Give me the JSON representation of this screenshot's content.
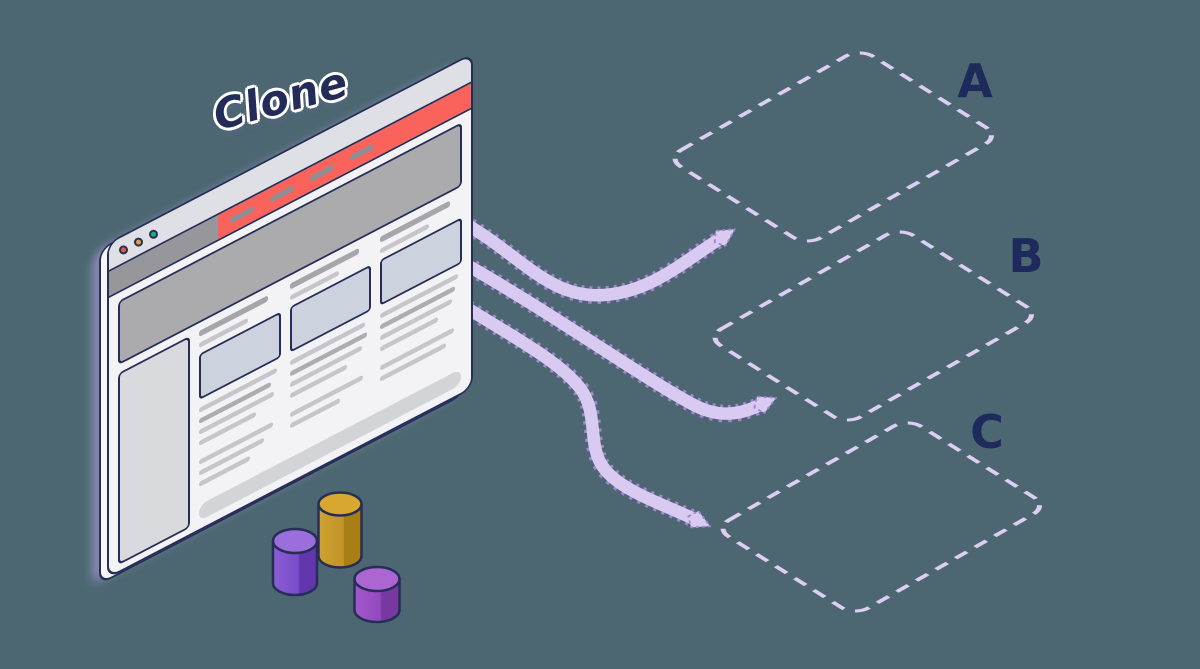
{
  "illustration": {
    "clone_label": "Clone",
    "background_color": "#4C6771",
    "outline_color": "#262E57",
    "window_fill": "#F3F3F6",
    "navbar_color": "#F9635B",
    "hero_color": "#ABABAE",
    "arrow_fill": "#D9CAF2",
    "arrow_border": "#A385D6",
    "dashed_box_color": "#DCCFF3",
    "target_label_color": "#1F2A5C",
    "traffic_lights": [
      {
        "name": "close",
        "color": "#E4584A"
      },
      {
        "name": "minimize",
        "color": "#E0A33C"
      },
      {
        "name": "zoom",
        "color": "#1FAE73"
      }
    ],
    "targets": [
      {
        "label": "A"
      },
      {
        "label": "B"
      },
      {
        "label": "C"
      }
    ],
    "cylinders": [
      {
        "name": "gold-cylinder",
        "color": "#C9992A"
      },
      {
        "name": "purple-cylinder-large",
        "color": "#7A4BCA"
      },
      {
        "name": "purple-cylinder-small",
        "color": "#9149BE"
      }
    ]
  }
}
